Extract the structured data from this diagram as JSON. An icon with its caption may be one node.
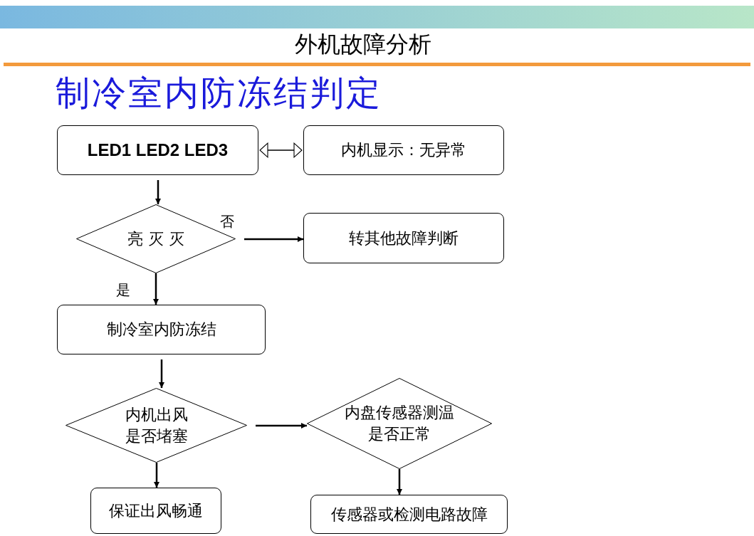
{
  "diagram": {
    "title": "外机故障分析",
    "nodes": [
      {
        "text": [
          "LED1 LED2 LED3"
        ]
      },
      {
        "text": [
          "内机显示：无异常"
        ]
      },
      {
        "text": [
          "亮 灭 灭"
        ]
      },
      {
        "text": [
          "转其他故障判断"
        ]
      },
      {
        "text": [
          "制冷室内防冻结"
        ]
      },
      {
        "text": [
          "内机出风是否堵塞"
        ]
      },
      {
        "text": [
          "内盘传感器测温是否正常"
        ]
      },
      {
        "text": [
          "保证出风畅通"
        ]
      },
      {
        "text": [
          "传感器或检测电路故障"
        ]
      }
    ],
    "edges": [
      {
        "from": 0,
        "to": 1,
        "arrow": "both"
      },
      {
        "from": 0,
        "to": 2,
        "arrow": "to"
      },
      {
        "from": 2,
        "to": 3,
        "arrow": "to",
        "label": "否"
      },
      {
        "from": 2,
        "to": 4,
        "arrow": "to",
        "label": "是"
      },
      {
        "from": 4,
        "to": 5,
        "arrow": "to"
      },
      {
        "from": 5,
        "to": 6,
        "arrow": "to"
      },
      {
        "from": 5,
        "to": 7,
        "arrow": "to"
      },
      {
        "from": 6,
        "to": 8,
        "arrow": "to"
      }
    ],
    "labels": [
      "制冷室内防冻结判定"
    ]
  }
}
